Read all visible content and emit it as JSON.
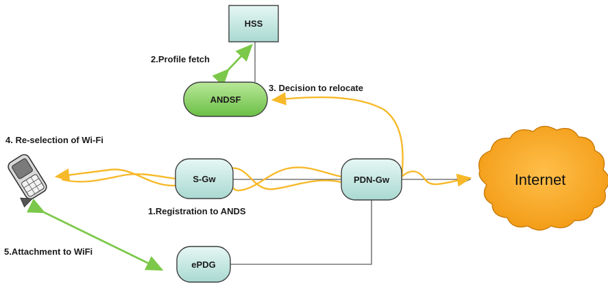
{
  "nodes": {
    "hss": "HSS",
    "andsf": "ANDSF",
    "sgw": "S-Gw",
    "pdngw": "PDN-Gw",
    "epdg": "ePDG",
    "internet": "Internet"
  },
  "steps": {
    "registration": "1.Registration to ANDS",
    "profile_fetch": "2.Profile fetch",
    "decision": "3. Decision to relocate",
    "reselection": "4. Re-selection of Wi-Fi",
    "attachment": "5.Attachment to WiFi"
  },
  "colors": {
    "node_fill": "#c9ebe6",
    "andsf_fill": "#8fd36a",
    "internet_fill": "#f5a21c",
    "signal_yellow": "#f7b92a",
    "signal_green": "#7cc84a",
    "link_gray": "#555555"
  }
}
